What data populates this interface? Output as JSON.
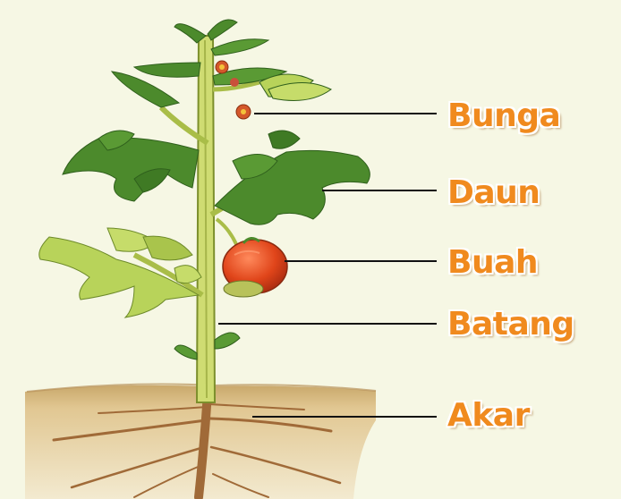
{
  "labels": {
    "bunga": "Bunga",
    "daun": "Daun",
    "buah": "Buah",
    "batang": "Batang",
    "akar": "Akar"
  },
  "colors": {
    "background": "#f6f7e4",
    "label_text": "#f08a1e",
    "stem": "#c9d96a",
    "leaf_dark": "#4c8a2c",
    "leaf_light": "#b8d35a",
    "fruit": "#e24a1c",
    "soil": "#d9bb82",
    "root": "#a8703c",
    "leader_line": "#111111"
  }
}
